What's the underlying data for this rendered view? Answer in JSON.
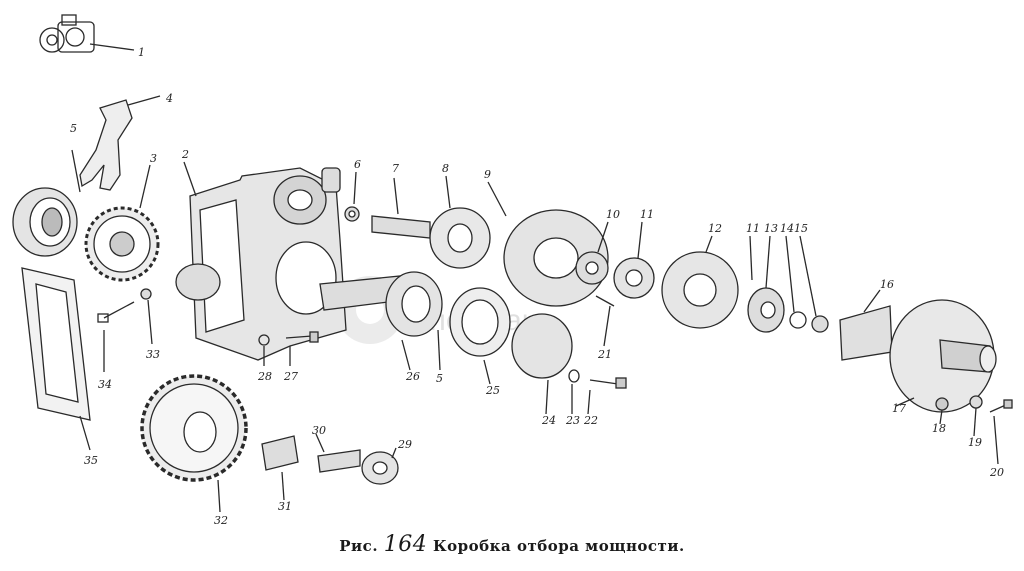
{
  "caption": {
    "prefix": "Рис.",
    "number": "164",
    "title": "Коробка отбора мощности."
  },
  "watermark": "СпецМаш",
  "callouts": [
    "1",
    "2",
    "3",
    "4",
    "5",
    "6",
    "7",
    "8",
    "9",
    "10",
    "11",
    "12",
    "11",
    "13",
    "14",
    "15",
    "16",
    "17",
    "18",
    "19",
    "20",
    "21",
    "22",
    "23",
    "24",
    "25",
    "26",
    "5",
    "27",
    "28",
    "29",
    "30",
    "31",
    "32",
    "33",
    "34",
    "35"
  ],
  "colors": {
    "ink": "#222222",
    "paper": "#ffffff"
  }
}
